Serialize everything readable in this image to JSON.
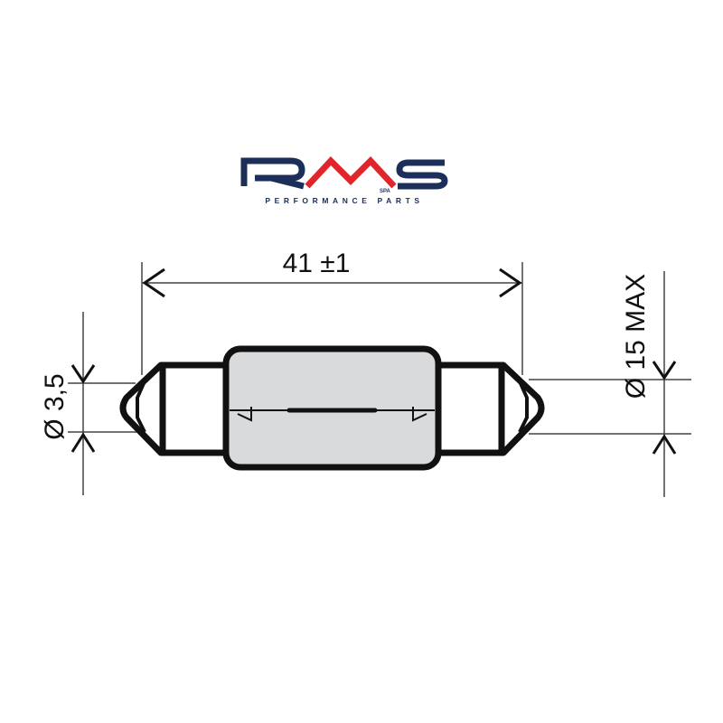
{
  "logo": {
    "brand": "RMS",
    "suffix": "SPA",
    "tagline": "PERFORMANCE PARTS",
    "colors": {
      "navy": "#1c2f5a",
      "red": "#e0262b"
    }
  },
  "dimensions": {
    "length": "41 ±1",
    "tip_diameter": "Ø 3,5",
    "body_diameter": "Ø 15 MAX"
  },
  "colors": {
    "glass": "#d9dadc",
    "outline": "#111111",
    "dimension_line": "#444444"
  }
}
